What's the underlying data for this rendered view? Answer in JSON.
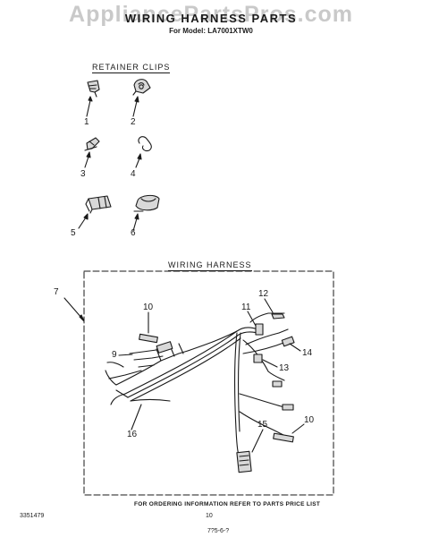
{
  "watermark": "AppliancePartsPros.com",
  "title": "WIRING HARNESS PARTS",
  "model_line": "For Model: LA7001XTW0",
  "sections": {
    "retainer_clips": "RETAINER CLIPS",
    "wiring_harness": "WIRING HARNESS"
  },
  "callouts": {
    "c1": "1",
    "c2": "2",
    "c3": "3",
    "c4": "4",
    "c5": "5",
    "c6": "6",
    "c7": "7",
    "c9": "9",
    "c10a": "10",
    "c10b": "10",
    "c11": "11",
    "c12": "12",
    "c13": "13",
    "c14": "14",
    "c15": "15",
    "c16": "16"
  },
  "footer": {
    "ordering_note": "FOR ORDERING INFORMATION REFER TO PARTS PRICE LIST",
    "part_number": "3351479",
    "page_number": "10",
    "bottom_mark": "7?5-6-?"
  }
}
